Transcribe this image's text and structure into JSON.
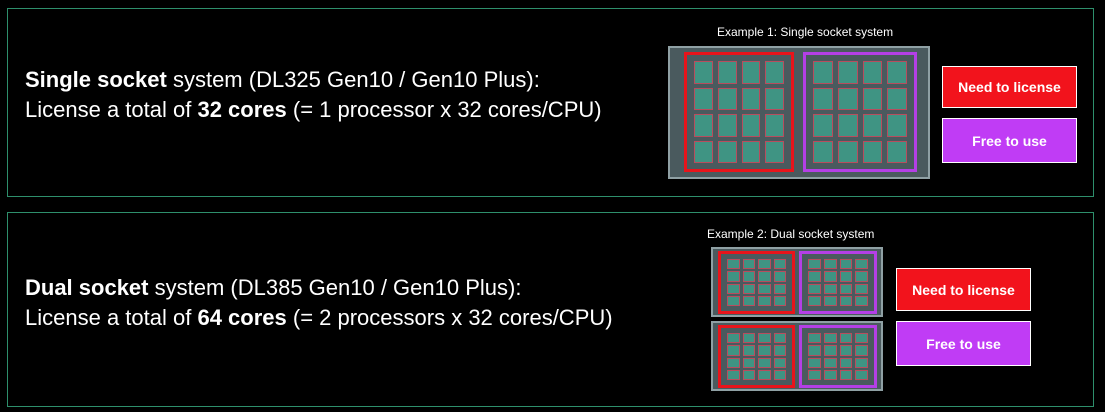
{
  "single": {
    "bold": "Single socket",
    "rest": " system (DL325 Gen10 / Gen10 Plus):",
    "line2_pre": "License a total of ",
    "line2_bold": "32 cores",
    "line2_post": " (= 1 processor x 32 cores/CPU)",
    "example_title": "Example 1: Single socket system"
  },
  "dual": {
    "bold": "Dual socket",
    "rest": " system (DL385 Gen10 / Gen10 Plus):",
    "line2_pre": "License a total of ",
    "line2_bold": "64 cores",
    "line2_post": " (= 2 processors x 32 cores/CPU)",
    "example_title": "Example 2: Dual socket system"
  },
  "legend": {
    "license_label": "Need to license",
    "free_label": "Free to use"
  },
  "colors": {
    "license": "#f2131c",
    "free": "#c03cf5",
    "border": "#2e8f6c",
    "core": "#3f9483"
  }
}
